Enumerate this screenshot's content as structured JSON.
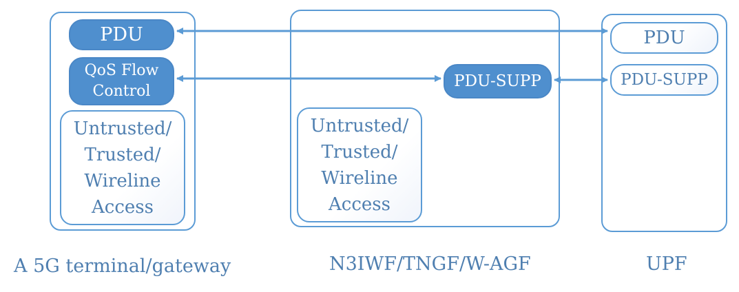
{
  "colors": {
    "accent": "#5b9bd5",
    "solid_fill": "#4f8fce",
    "text": "#4f7fb0"
  },
  "terminal": {
    "pdu": "PDU",
    "qos": "QoS Flow\nControl",
    "access": "Untrusted/\nTrusted/\nWireline\nAccess",
    "caption": "A 5G terminal/gateway"
  },
  "interworking": {
    "pdu_supp": "PDU-SUPP",
    "access": "Untrusted/\nTrusted/\nWireline\nAccess",
    "caption": "N3IWF/TNGF/W-AGF"
  },
  "upf": {
    "pdu": "PDU",
    "pdu_supp": "PDU-SUPP",
    "caption": "UPF"
  }
}
